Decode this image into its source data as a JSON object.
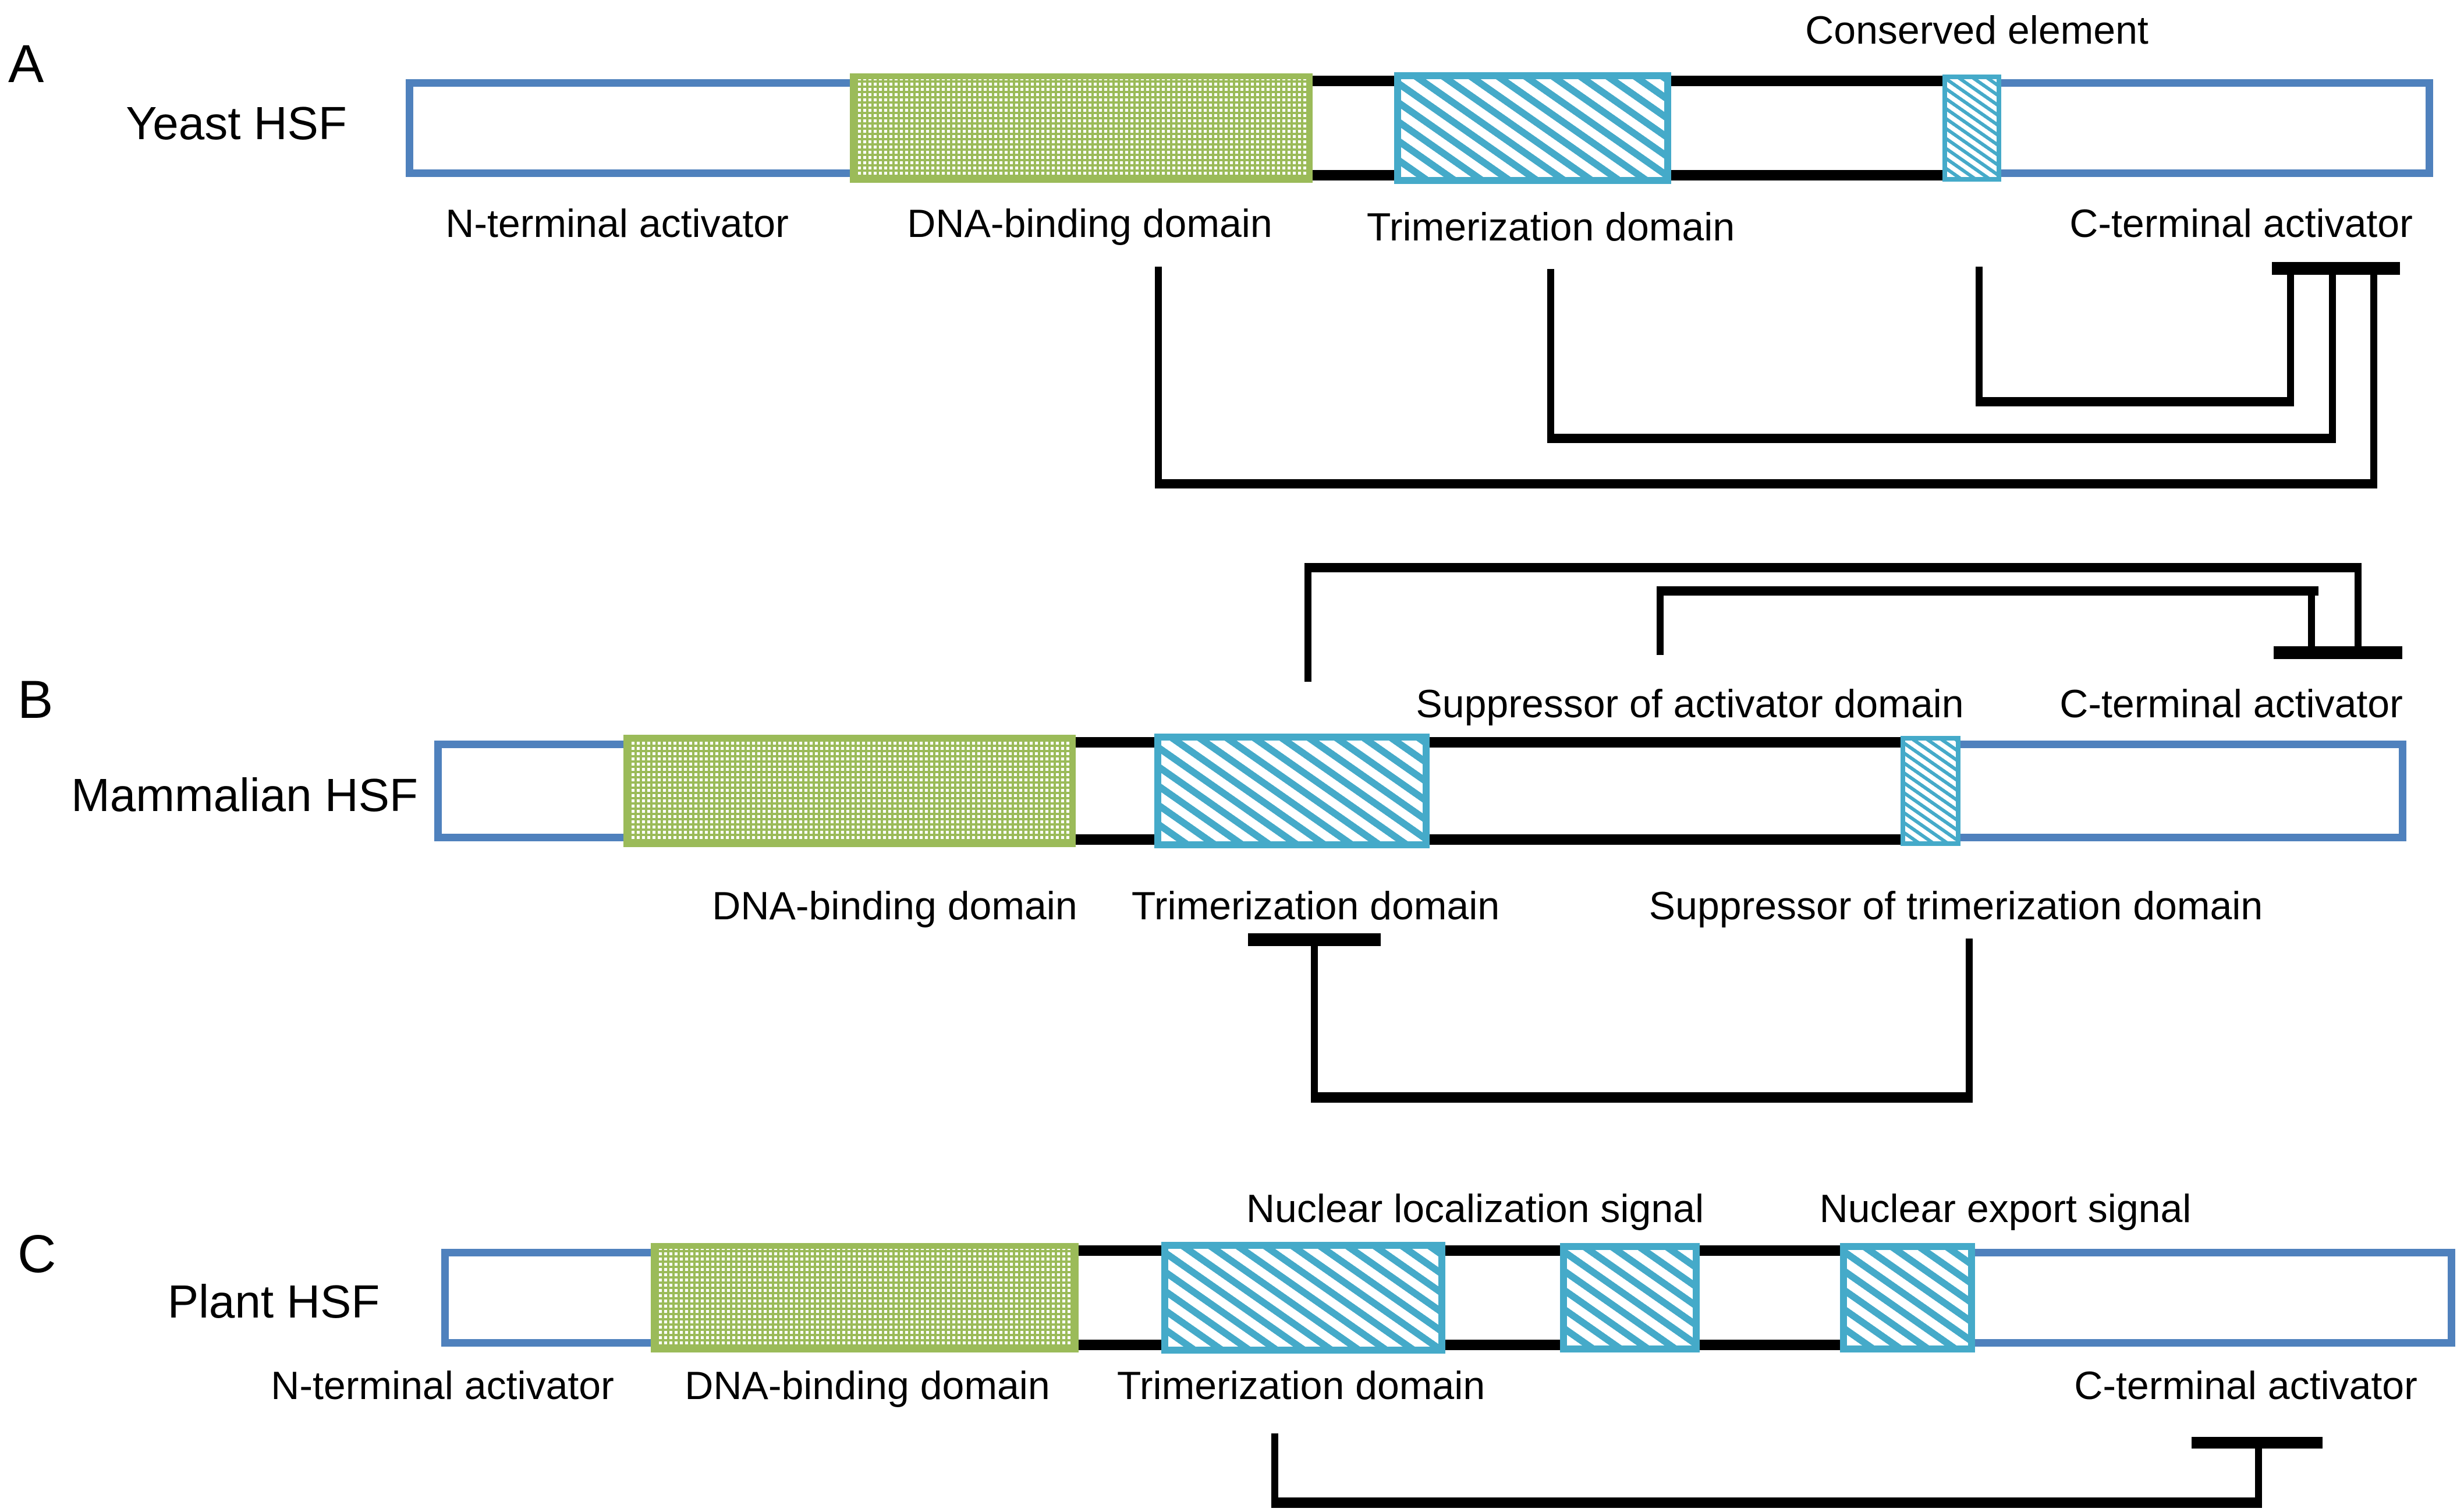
{
  "colors": {
    "blue": "#4f81bd",
    "green": "#9bbb59",
    "cyan": "#45aac9",
    "line": "#000000"
  },
  "panels": {
    "a": {
      "letter": "A",
      "name": "Yeast HSF",
      "conserved_label": "Conserved element",
      "labels": {
        "n_term": "N-terminal activator",
        "dna": "DNA-binding domain",
        "tri": "Trimerization domain",
        "c_term": "C-terminal activator"
      }
    },
    "b": {
      "letter": "B",
      "name": "Mammalian HSF",
      "top_labels": {
        "soa": "Suppressor of activator domain",
        "c_term": "C-terminal activator"
      },
      "labels": {
        "dna": "DNA-binding domain",
        "tri": "Trimerization domain",
        "sot": "Suppressor of trimerization domain"
      }
    },
    "c": {
      "letter": "C",
      "name": "Plant HSF",
      "top_labels": {
        "nls": "Nuclear localization signal",
        "nes": "Nuclear export signal"
      },
      "labels": {
        "n_term": "N-terminal activator",
        "dna": "DNA-binding domain",
        "tri": "Trimerization domain",
        "c_term": "C-terminal activator"
      }
    }
  }
}
